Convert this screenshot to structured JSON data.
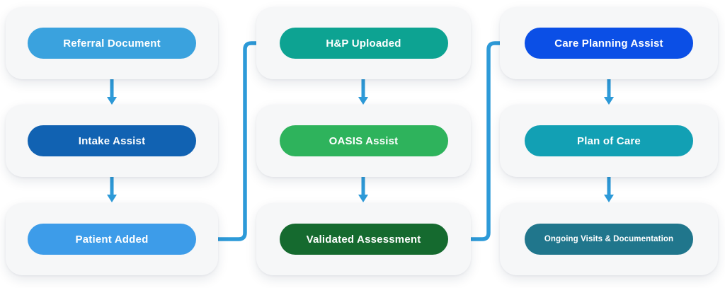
{
  "diagram": {
    "arrow_color": "#2d9ad8",
    "card_background": "#f6f7f8",
    "columns": [
      {
        "nodes": [
          {
            "label": "Referral Document",
            "color": "#3aa2de"
          },
          {
            "label": "Intake Assist",
            "color": "#1162b2"
          },
          {
            "label": "Patient Added",
            "color": "#3d9ce9"
          }
        ]
      },
      {
        "nodes": [
          {
            "label": "H&P Uploaded",
            "color": "#0da392"
          },
          {
            "label": "OASIS Assist",
            "color": "#2eb35c"
          },
          {
            "label": "Validated Assessment",
            "color": "#156a2f"
          }
        ]
      },
      {
        "nodes": [
          {
            "label": "Care Planning Assist",
            "color": "#0b4fe6"
          },
          {
            "label": "Plan of Care",
            "color": "#12a0b4"
          },
          {
            "label": "Ongoing Visits & Documentation",
            "color": "#20768c"
          }
        ]
      }
    ]
  }
}
